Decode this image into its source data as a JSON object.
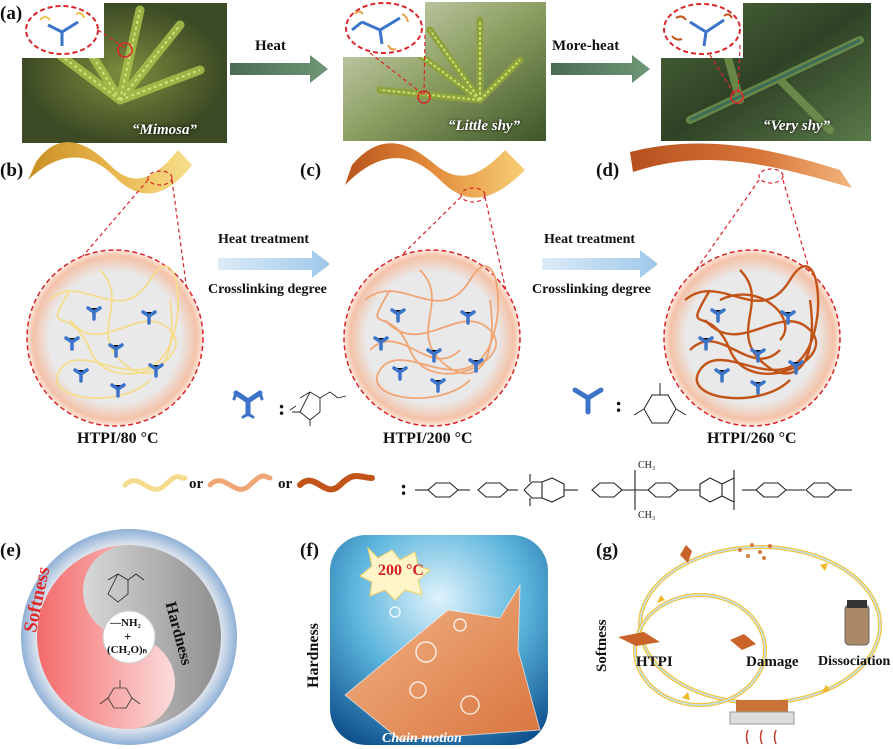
{
  "panels": {
    "a": "(a)",
    "b": "(b)",
    "c": "(c)",
    "d": "(d)",
    "e": "(e)",
    "f": "(f)",
    "g": "(g)"
  },
  "row_a": {
    "arrow1": "Heat",
    "arrow2": "More-heat",
    "captions": [
      "“Mimosa”",
      "“Little shy”",
      "“Very shy”"
    ]
  },
  "row_bcd": {
    "arrow_top": "Heat treatment",
    "arrow_bottom": "Crosslinking  degree",
    "samples": [
      "HTPI/80 °C",
      "HTPI/200 °C",
      "HTPI/260 °C"
    ],
    "colon": ":"
  },
  "legend_row": {
    "or": "or",
    "colon": ":",
    "ch3": "CH₃"
  },
  "panel_e": {
    "left": "Softness",
    "right": "Hardness",
    "nh2": "—NH₂",
    "plus": "+",
    "ch2o": "(CH₂O)ₙ"
  },
  "panel_f": {
    "hardness": "Hardness",
    "temp": "200 °C",
    "motion": "Chain motion"
  },
  "panel_g": {
    "softness": "Softness",
    "htpi": "HTPI",
    "damage": "Damage",
    "dissociation": "Dissociation"
  },
  "colors": {
    "arrow_a": "#5b7f62",
    "arrow_b": "#b6d3ec",
    "dash": "#d9262b",
    "blue_mol": "#3b74c9",
    "chain_light": "#f5dc8c",
    "chain_mid": "#f0a574",
    "chain_dark": "#c2541a",
    "film_b": "#e3b04b",
    "film_c": "#d8742e",
    "film_d": "#c9632a",
    "cycle": "#f5c542"
  }
}
